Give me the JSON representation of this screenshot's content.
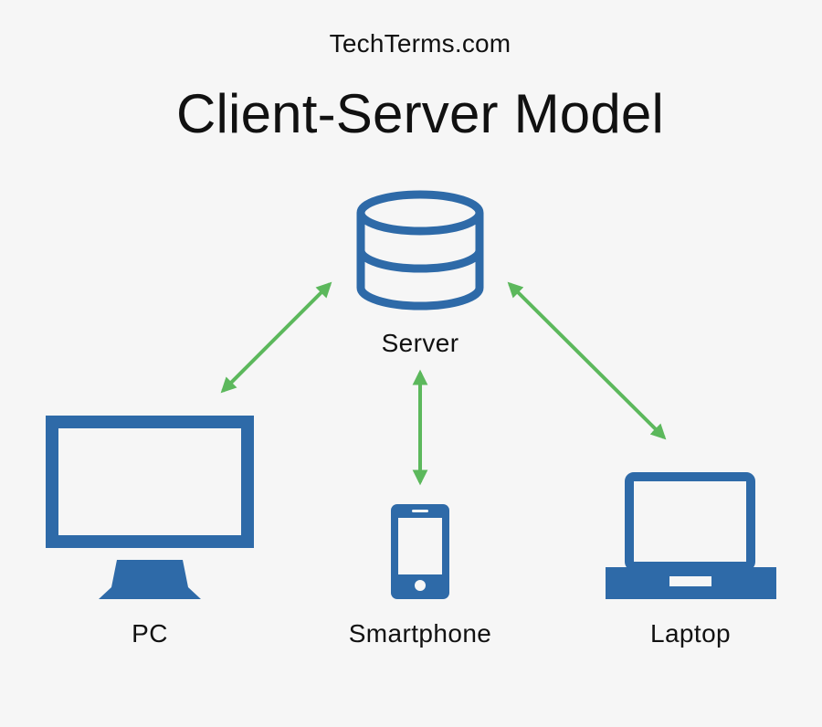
{
  "header": {
    "site_name": "TechTerms.com",
    "title": "Client-Server Model"
  },
  "nodes": {
    "server": {
      "label": "Server",
      "icon": "database-icon"
    },
    "pc": {
      "label": "PC",
      "icon": "desktop-monitor-icon"
    },
    "smartphone": {
      "label": "Smartphone",
      "icon": "smartphone-icon"
    },
    "laptop": {
      "label": "Laptop",
      "icon": "laptop-icon"
    }
  },
  "colors": {
    "background": "#f6f6f6",
    "icon": "#2e6aa8",
    "arrow": "#5cb85c",
    "text": "#111111"
  }
}
